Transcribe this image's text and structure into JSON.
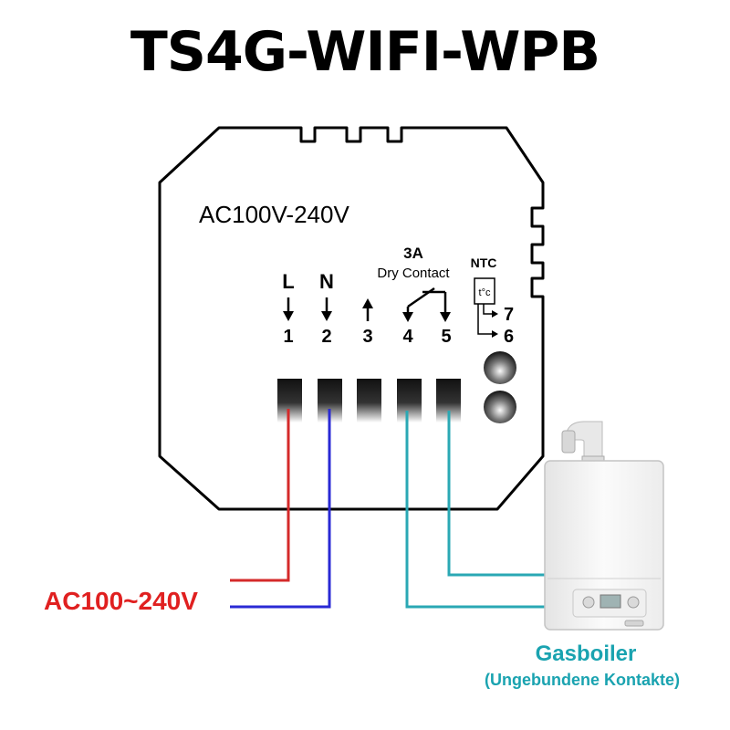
{
  "title": "TS4G-WIFI-WPB",
  "device": {
    "voltage_label": "AC100V-240V",
    "relay_current": "3A",
    "relay_type": "Dry Contact",
    "sensor_label": "NTC",
    "sensor_symbol": "t°c",
    "terminals": [
      {
        "number": "1",
        "letter": "L",
        "arrow": "down"
      },
      {
        "number": "2",
        "letter": "N",
        "arrow": "down"
      },
      {
        "number": "3",
        "letter": "",
        "arrow": "up"
      },
      {
        "number": "4",
        "letter": "",
        "arrow": "down"
      },
      {
        "number": "5",
        "letter": "",
        "arrow": "down"
      }
    ],
    "sensor_terminals": [
      "7",
      "6"
    ]
  },
  "supply_label": "AC100~240V",
  "boiler": {
    "name": "Gasboiler",
    "note": "(Ungebundene Kontakte)"
  },
  "colors": {
    "live_wire": "#d42a2a",
    "neutral_wire": "#2a2ad4",
    "contact_wire": "#2aa8b4",
    "supply_label": "#e02020",
    "boiler_label": "#1aa3b0"
  }
}
